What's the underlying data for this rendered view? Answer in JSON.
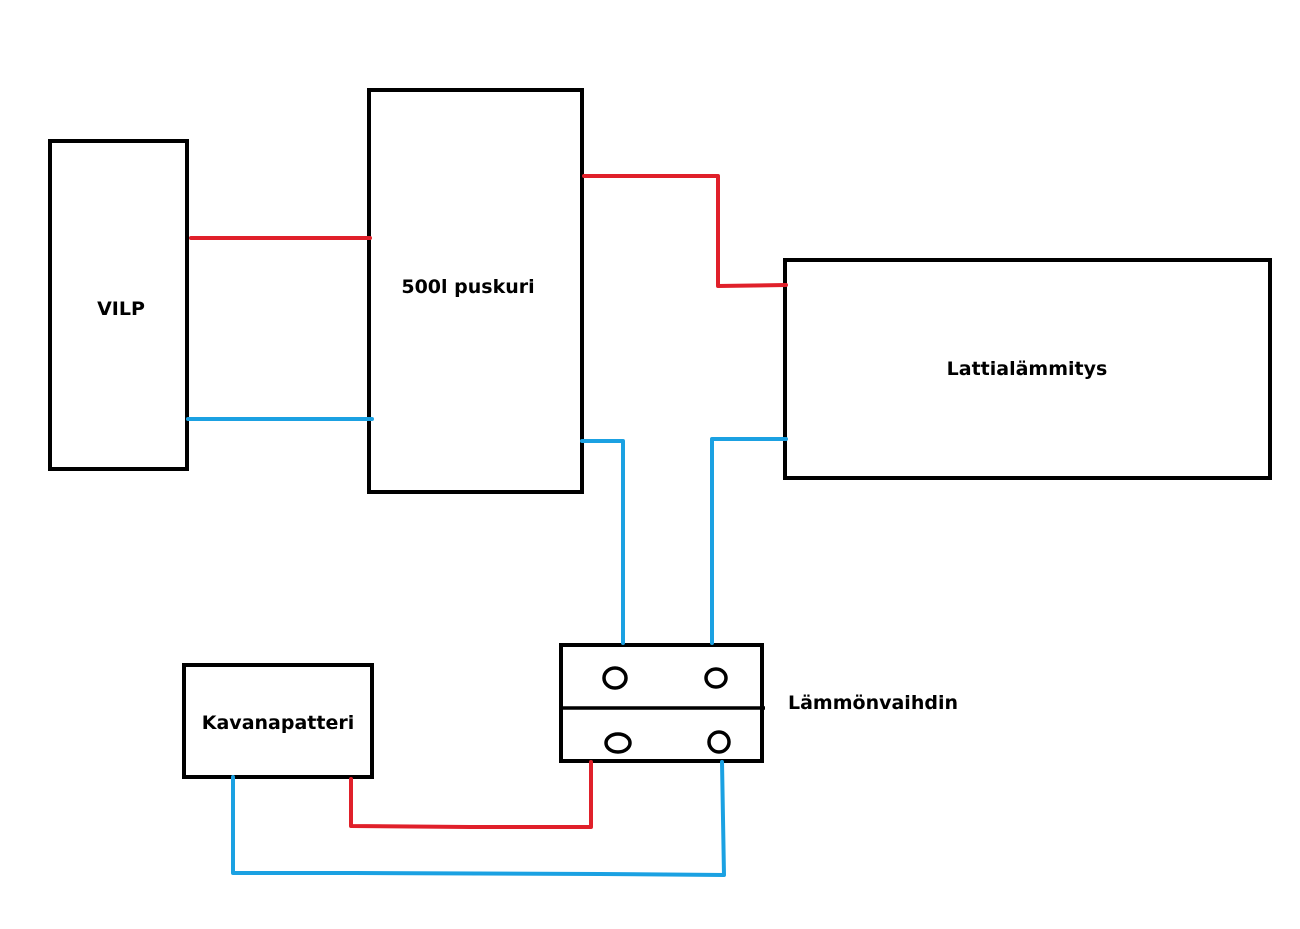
{
  "colors": {
    "hot": "#e0202a",
    "cold": "#1ba1e2",
    "outline": "#000000",
    "background": "#ffffff"
  },
  "components": {
    "heat_pump": {
      "label": "VILP"
    },
    "buffer_tank": {
      "label": "500l puskuri"
    },
    "floor_heating": {
      "label": "Lattialämmitys"
    },
    "radiator": {
      "label": "Kavanapatteri"
    },
    "heat_exchanger": {
      "label": "Lämmönvaihdin"
    }
  }
}
